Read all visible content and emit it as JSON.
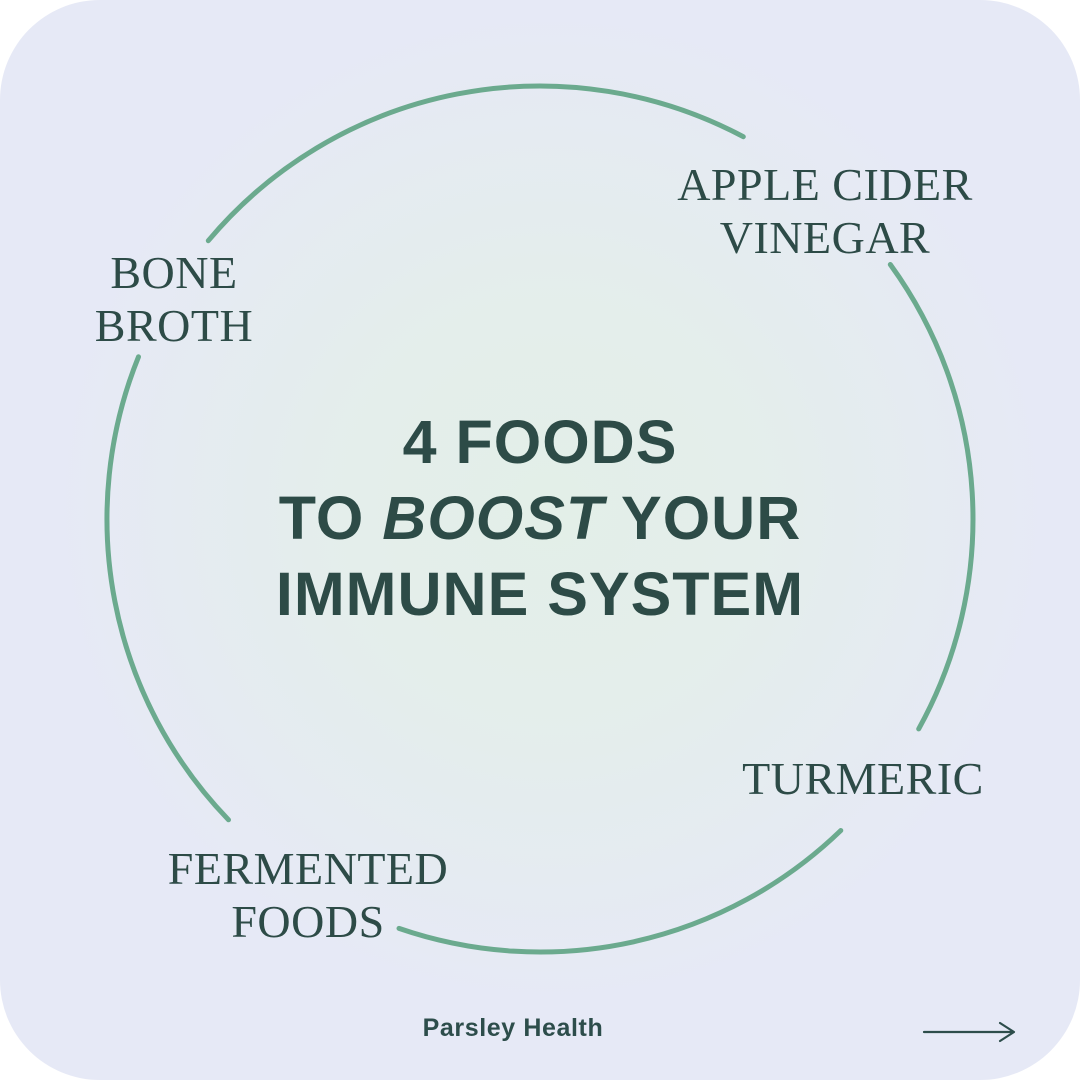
{
  "colors": {
    "card_bg": "#e6e9f6",
    "glow": "#e3efe8",
    "circle_green": "#6baa8e",
    "text_dark": "#2d4b47",
    "footer_text": "#2d4d4b"
  },
  "title": {
    "line1": "4 FOODS",
    "line2_pre": "TO ",
    "line2_italic": "BOOST",
    "line2_post": " YOUR",
    "line3": "IMMUNE SYSTEM"
  },
  "foods": [
    {
      "name": "apple-cider-vinegar",
      "lines": [
        "APPLE CIDER",
        "VINEGAR"
      ]
    },
    {
      "name": "bone-broth",
      "lines": [
        "BONE",
        "BROTH"
      ]
    },
    {
      "name": "turmeric",
      "lines": [
        "TURMERIC"
      ]
    },
    {
      "name": "fermented-foods",
      "lines": [
        "FERMENTED",
        "FOODS"
      ]
    }
  ],
  "footer": {
    "brand": "Parsley Health",
    "arrow_icon": "arrow-right"
  }
}
